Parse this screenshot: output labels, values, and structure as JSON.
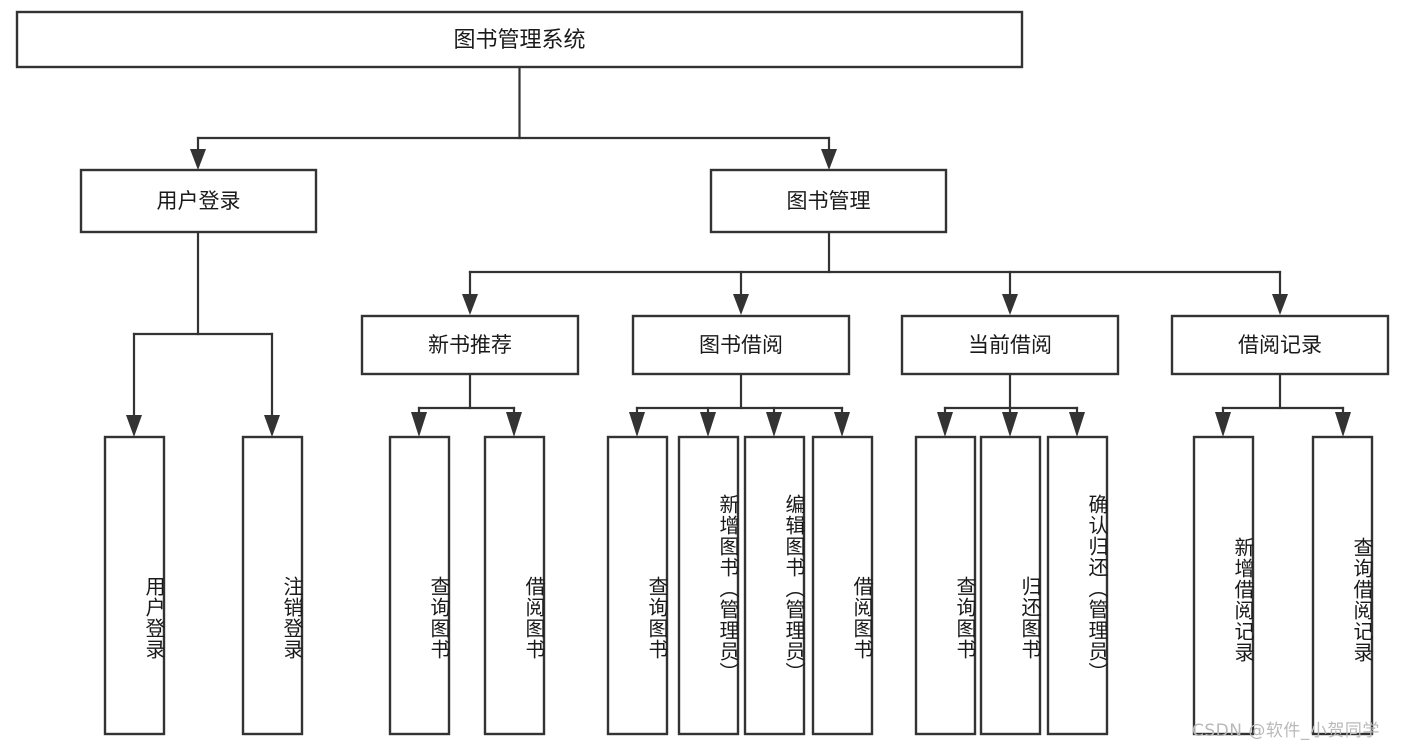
{
  "diagram": {
    "type": "tree-hierarchy",
    "title": "图书管理系统",
    "theme": {
      "background": "#ffffff",
      "box_fill": "#ffffff",
      "box_stroke": "#333333",
      "text_color": "#1a1a1a",
      "watermark_color": "#b9b9b9"
    },
    "root": {
      "label": "图书管理系统"
    },
    "level2": [
      {
        "label": "用户登录"
      },
      {
        "label": "图书管理"
      }
    ],
    "level3": [
      {
        "label": "新书推荐"
      },
      {
        "label": "图书借阅"
      },
      {
        "label": "当前借阅"
      },
      {
        "label": "借阅记录"
      }
    ],
    "leaves": [
      {
        "label": "用户登录",
        "parent": "用户登录"
      },
      {
        "label": "注销登录",
        "parent": "用户登录"
      },
      {
        "label": "查询图书",
        "parent": "新书推荐"
      },
      {
        "label": "借阅图书",
        "parent": "新书推荐"
      },
      {
        "label": "查询图书",
        "parent": "图书借阅"
      },
      {
        "label": "新增图书（管理员）",
        "parent": "图书借阅"
      },
      {
        "label": "编辑图书（管理员）",
        "parent": "图书借阅"
      },
      {
        "label": "借阅图书",
        "parent": "图书借阅"
      },
      {
        "label": "查询图书",
        "parent": "当前借阅"
      },
      {
        "label": "归还图书",
        "parent": "当前借阅"
      },
      {
        "label": "确认归还（管理员）",
        "parent": "当前借阅"
      },
      {
        "label": "新增借阅记录",
        "parent": "借阅记录"
      },
      {
        "label": "查询借阅记录",
        "parent": "借阅记录"
      }
    ],
    "watermark": "CSDN @软件_小贺同学"
  }
}
